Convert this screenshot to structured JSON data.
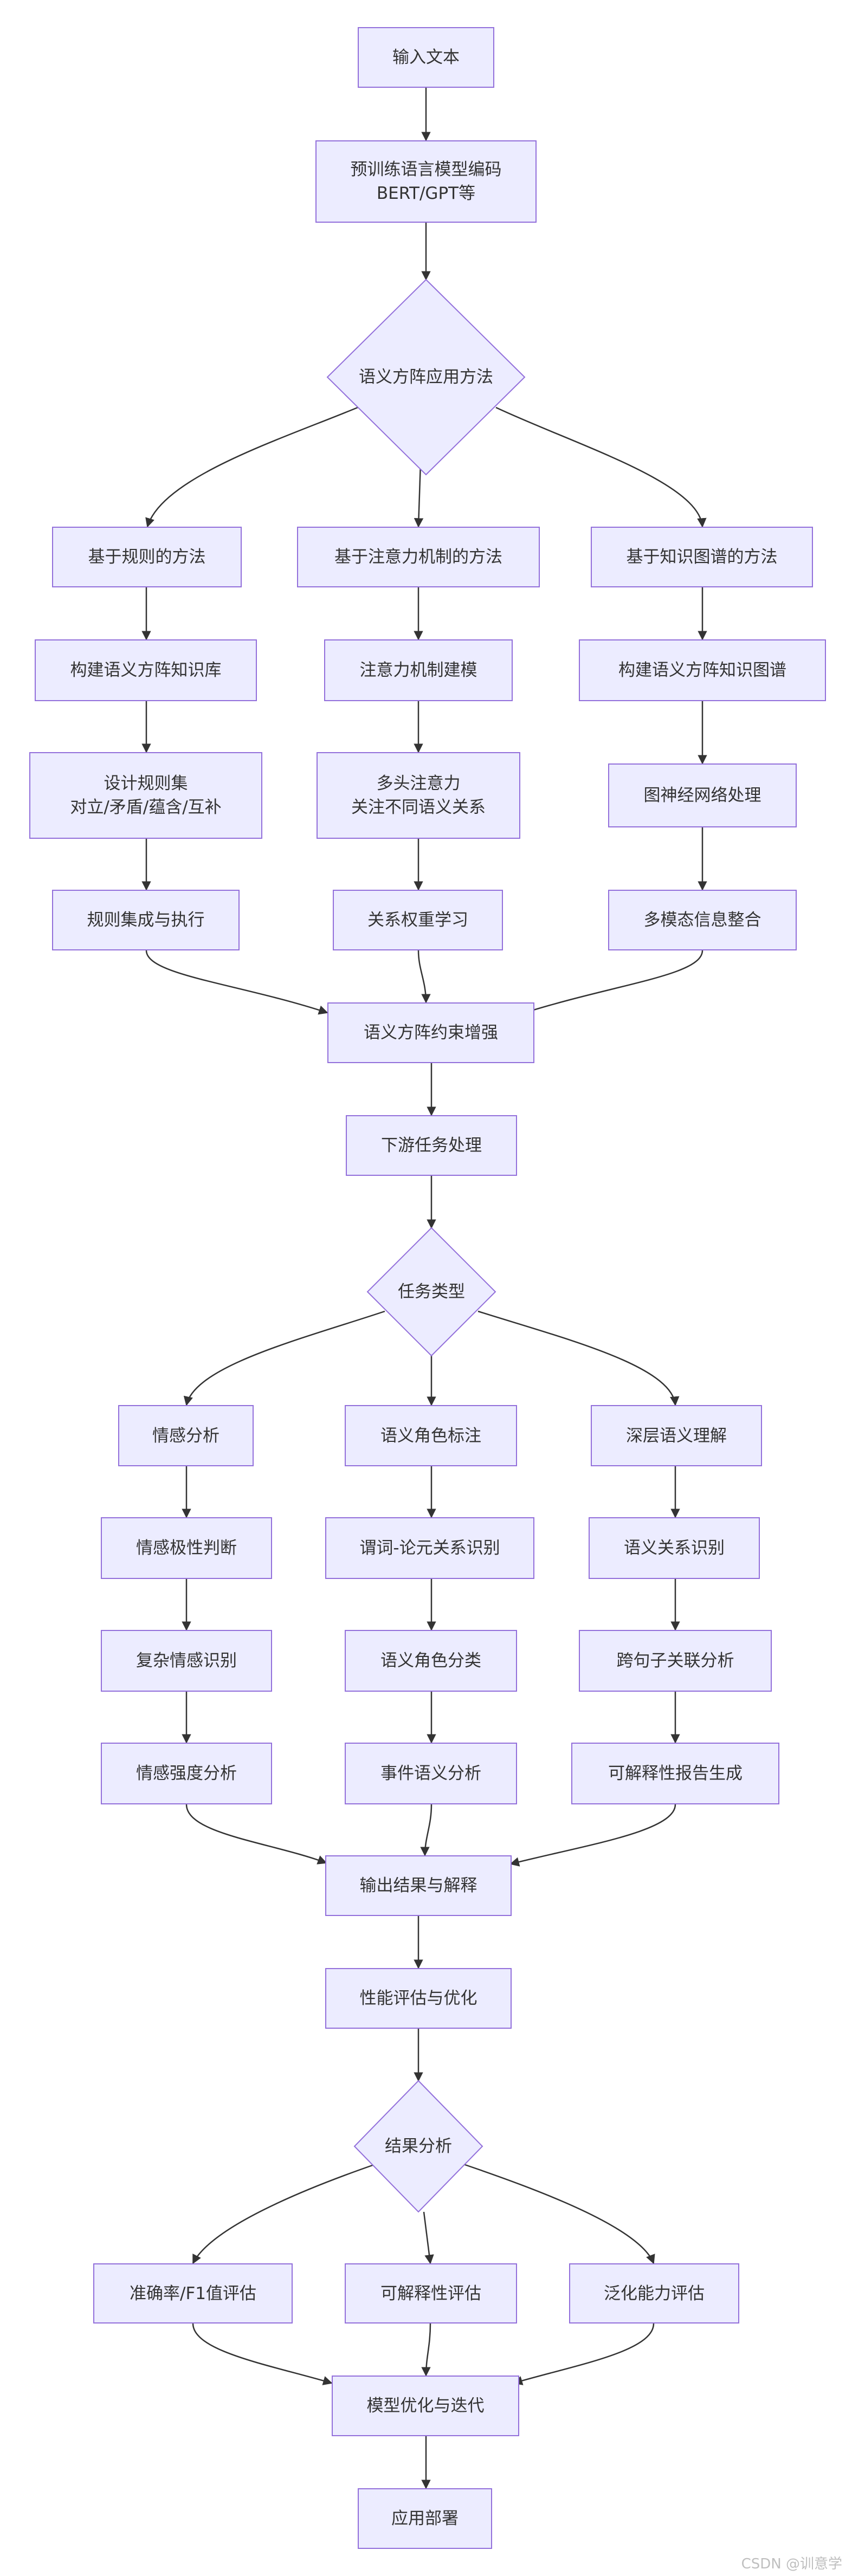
{
  "nodes": {
    "input": "输入文本",
    "pretrain_1": "预训练语言模型编码",
    "pretrain_2": "BERT/GPT等",
    "method_decision": "语义方阵应用方法",
    "rule_method": "基于规则的方法",
    "attention_method": "基于注意力机制的方法",
    "kg_method": "基于知识图谱的方法",
    "build_kb": "构建语义方阵知识库",
    "attention_model": "注意力机制建模",
    "build_kg": "构建语义方阵知识图谱",
    "rules_1": "设计规则集",
    "rules_2": "对立/矛盾/蕴含/互补",
    "multihead_1": "多头注意力",
    "multihead_2": "关注不同语义关系",
    "gnn": "图神经网络处理",
    "rule_exec": "规则集成与执行",
    "relation_weight": "关系权重学习",
    "multimodal": "多模态信息整合",
    "constraint": "语义方阵约束增强",
    "downstream": "下游任务处理",
    "task_decision": "任务类型",
    "sentiment": "情感分析",
    "srl": "语义角色标注",
    "deep_semantic": "深层语义理解",
    "polarity": "情感极性判断",
    "predicate_arg": "谓词-论元关系识别",
    "semantic_relation": "语义关系识别",
    "complex_emotion": "复杂情感识别",
    "role_classify": "语义角色分类",
    "cross_sentence": "跨句子关联分析",
    "intensity": "情感强度分析",
    "event_semantic": "事件语义分析",
    "explain_report": "可解释性报告生成",
    "output": "输出结果与解释",
    "perf_eval": "性能评估与优化",
    "result_decision": "结果分析",
    "accuracy": "准确率/F1值评估",
    "interpretability": "可解释性评估",
    "generalization": "泛化能力评估",
    "model_opt": "模型优化与迭代",
    "deploy": "应用部署"
  },
  "watermark": "CSDN @训意学"
}
